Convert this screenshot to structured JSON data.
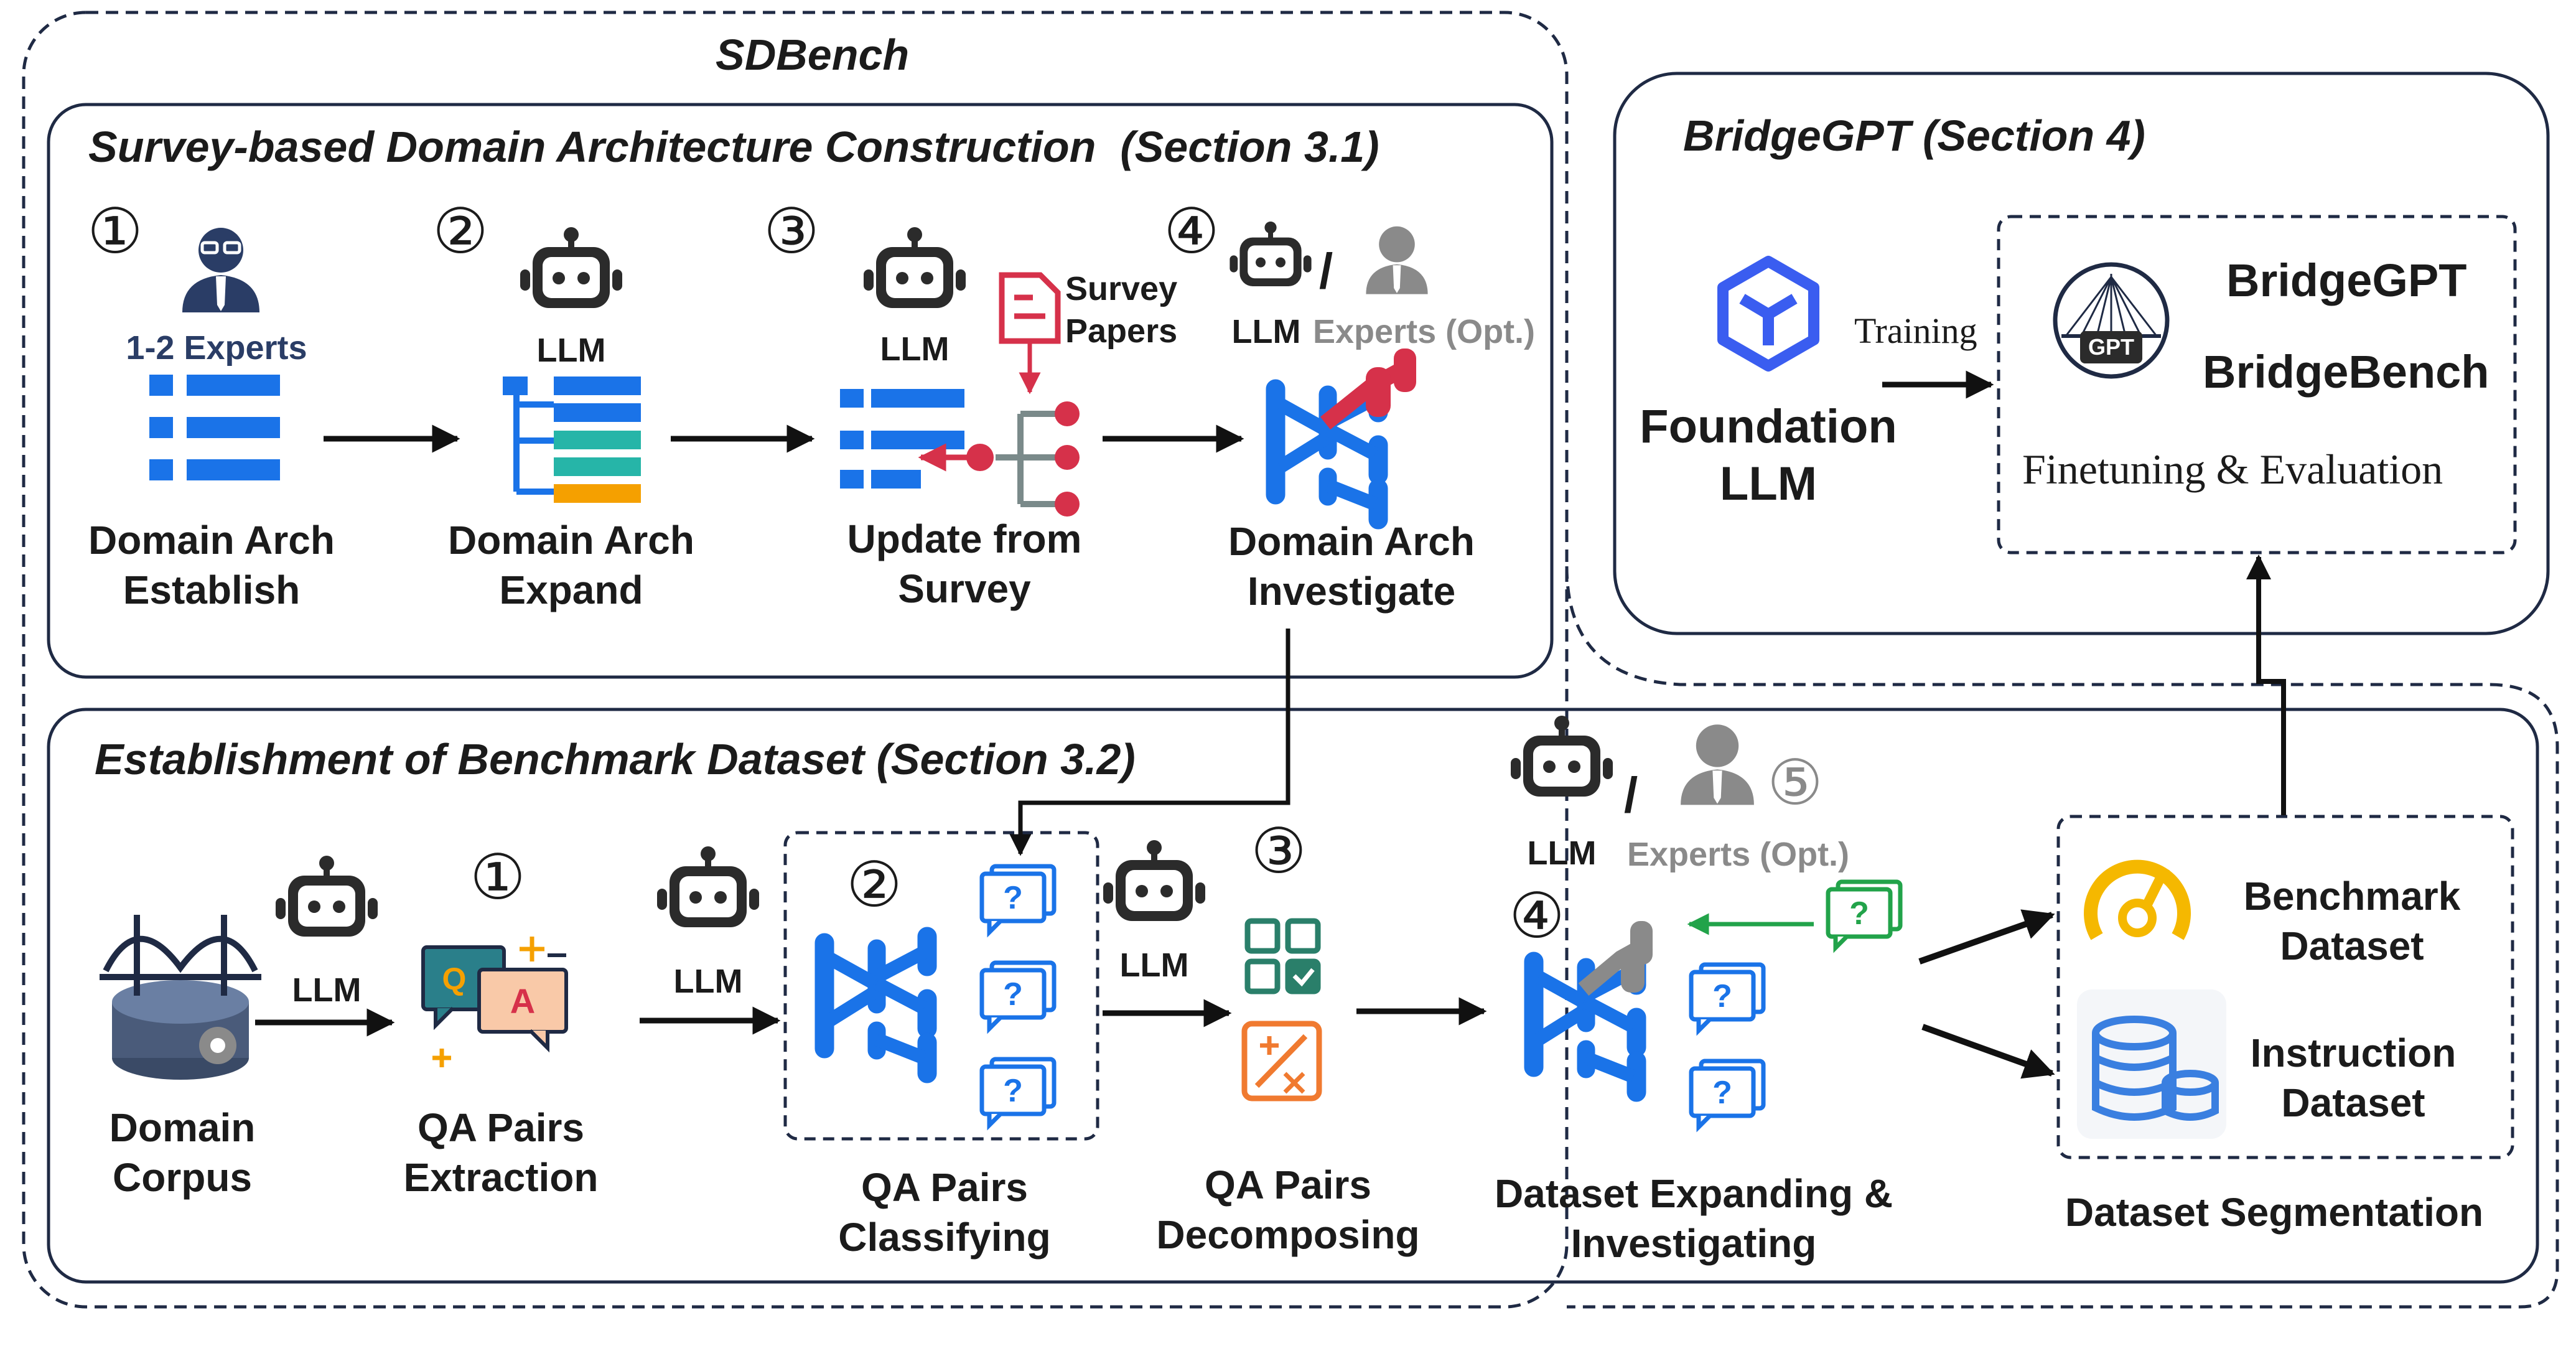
{
  "titles": {
    "sdbench": "SDBench",
    "section31": "Survey-based Domain Architecture Construction  (Section 3.1)",
    "section32": "Establishment of Benchmark Dataset (Section 3.2)",
    "bridgegpt_section": "BridgeGPT (Section 4)"
  },
  "top": {
    "n1": "①",
    "n2": "②",
    "n3": "③",
    "n4": "④",
    "experts_count": "1-2 Experts",
    "llm": "LLM",
    "llm2": "LLM",
    "llm3": "LLM",
    "slash": "/",
    "experts_opt": "Experts (Opt.)",
    "survey_papers": "Survey\nPapers",
    "step1": "Domain Arch\nEstablish",
    "step2": "Domain Arch\nExpand",
    "step3": "Update from\nSurvey",
    "step4": "Domain Arch\nInvestigate"
  },
  "bottom": {
    "corpus": "Domain\nCorpus",
    "llm_a": "LLM",
    "llm_b": "LLM",
    "llm_c": "LLM",
    "llm_d": "LLM",
    "n1": "①",
    "n2": "②",
    "n3": "③",
    "n4": "④",
    "n5": "⑤",
    "slash": "/",
    "experts_opt": "Experts (Opt.)",
    "extraction": "QA Pairs\nExtraction",
    "classifying": "QA Pairs\nClassifying",
    "decomposing": "QA Pairs\nDecomposing",
    "expanding": "Dataset Expanding &\nInvestigating",
    "benchmark": "Benchmark\nDataset",
    "instruction": "Instruction\nDataset",
    "segmentation": "Dataset Segmentation",
    "qa_q": "Q",
    "qa_a": "A"
  },
  "right": {
    "foundation": "Foundation\nLLM",
    "training": "Training",
    "gpt_logo": "GPT",
    "bridgegpt": "BridgeGPT",
    "bridgebench": "BridgeBench",
    "finetune": "Finetuning & Evaluation"
  },
  "colors": {
    "navy": "#1f2a44",
    "blue": "#1a73e8",
    "teal": "#26b5a8",
    "orange": "#f5a000",
    "red": "#d6314a",
    "gray": "#8a8a8a",
    "green": "#22a34a",
    "expert_blue": "#2a3d66"
  }
}
